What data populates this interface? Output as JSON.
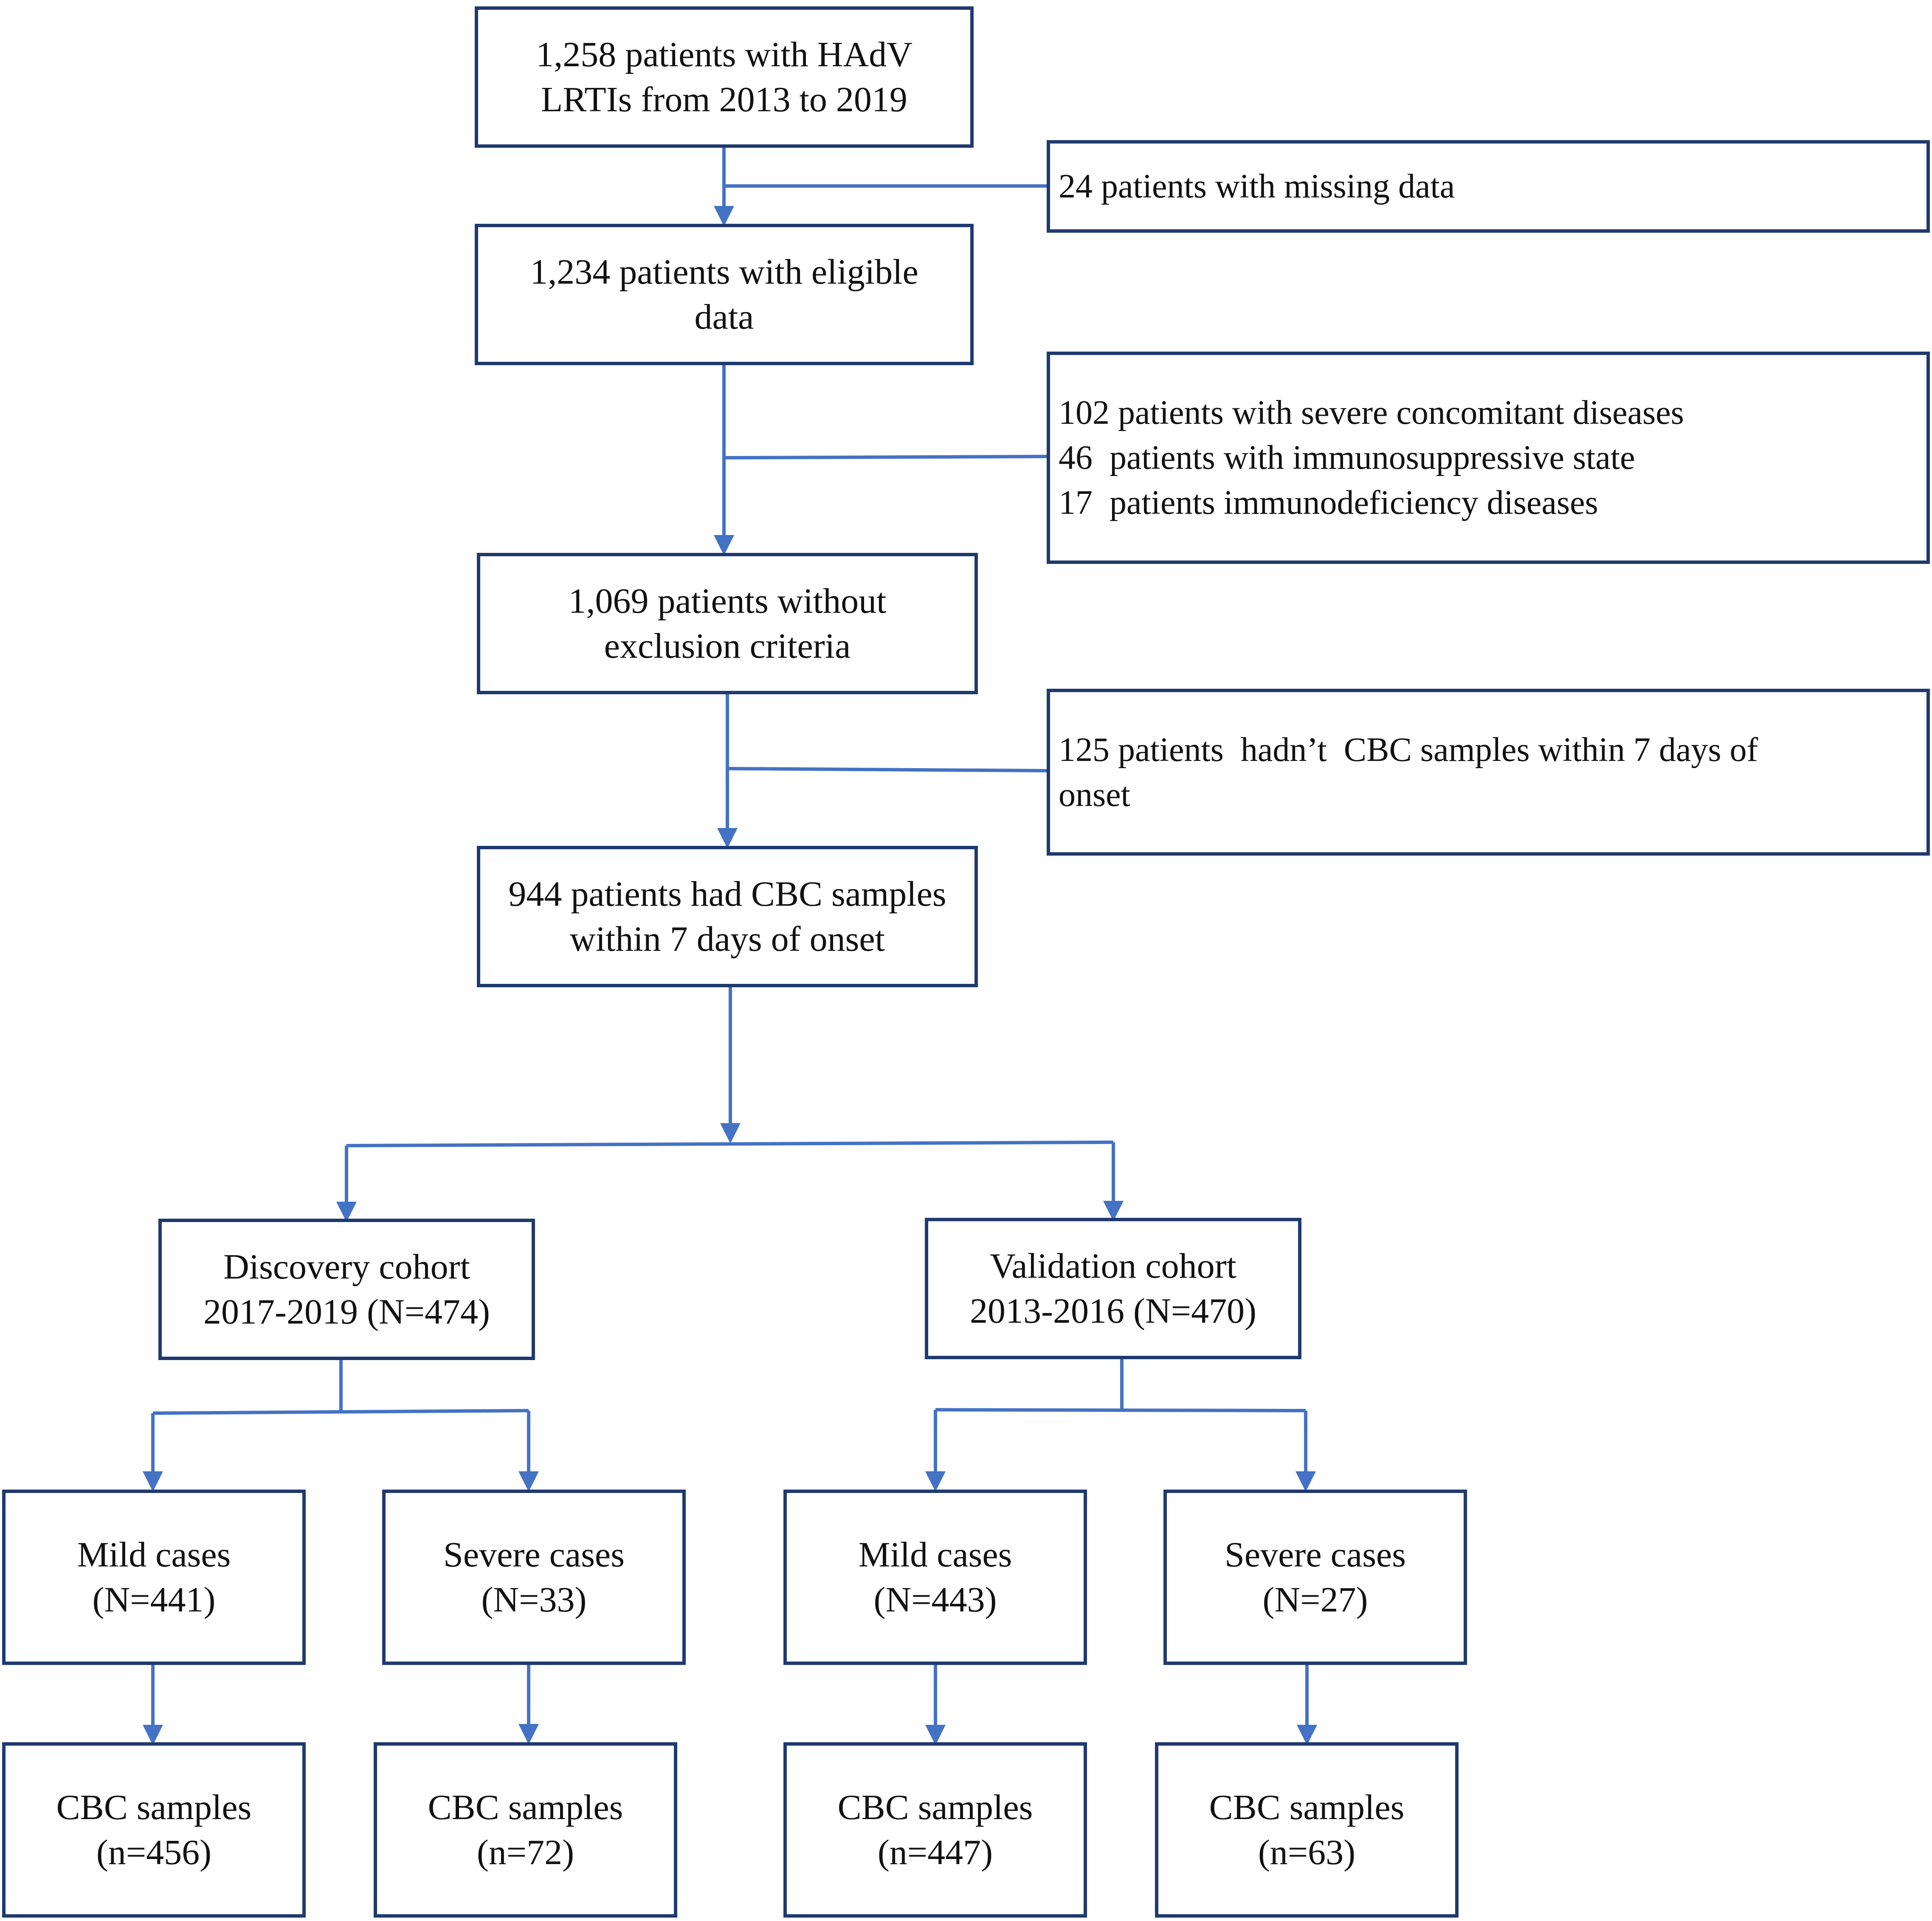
{
  "colors": {
    "connector": "#4472c4",
    "box_border": "#1f3a6e",
    "text": "#111111"
  },
  "nodes": {
    "start": {
      "lines": [
        "1,258 patients with HAdV",
        "LRTIs from 2013 to 2019"
      ]
    },
    "eligible": {
      "lines": [
        "1,234 patients with eligible",
        "data"
      ]
    },
    "no_exclusion": {
      "lines": [
        "1,069 patients without",
        "exclusion criteria"
      ]
    },
    "cbc_within_7": {
      "lines": [
        "944 patients had CBC samples",
        "within 7 days of onset"
      ]
    },
    "discovery": {
      "lines": [
        "Discovery cohort",
        "2017-2019 (N=474)"
      ]
    },
    "validation": {
      "lines": [
        "Validation cohort",
        "2013-2016 (N=470)"
      ]
    },
    "disc_mild": {
      "lines": [
        "Mild cases",
        "(N=441)"
      ]
    },
    "disc_severe": {
      "lines": [
        "Severe cases",
        "(N=33)"
      ]
    },
    "val_mild": {
      "lines": [
        "Mild cases",
        "(N=443)"
      ]
    },
    "val_severe": {
      "lines": [
        "Severe cases",
        "(N=27)"
      ]
    },
    "disc_mild_cbc": {
      "lines": [
        "CBC samples",
        "(n=456)"
      ]
    },
    "disc_severe_cbc": {
      "lines": [
        "CBC samples",
        "(n=72)"
      ]
    },
    "val_mild_cbc": {
      "lines": [
        "CBC samples",
        "(n=447)"
      ]
    },
    "val_severe_cbc": {
      "lines": [
        "CBC samples",
        "(n=63)"
      ]
    }
  },
  "exclusions": {
    "missing": {
      "lines": [
        "24 patients with missing data"
      ]
    },
    "concomitant": {
      "lines": [
        "102 patients with severe concomitant diseases",
        "46  patients with immunosuppressive state",
        "17  patients immunodeficiency diseases"
      ]
    },
    "no_cbc": {
      "lines": [
        "125 patients  hadn’t  CBC samples within 7 days of",
        "onset"
      ]
    }
  }
}
